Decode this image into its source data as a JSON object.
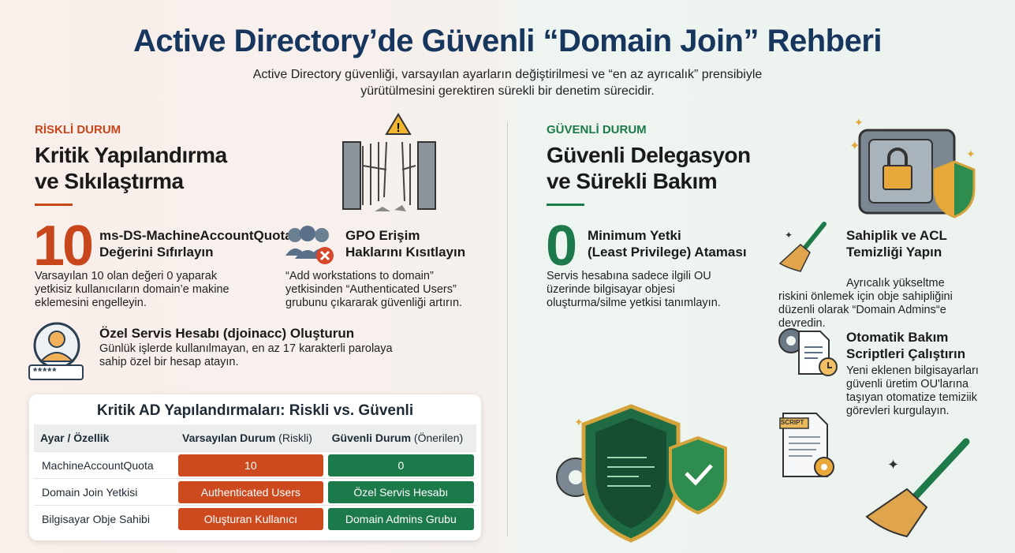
{
  "title": "Active Directory’de Güvenli “Domain Join” Rehberi",
  "subtitle": "Active Directory güvenliği, varsayılan ayarların değiştirilmesi ve “en az ayrıcalık” prensibiyle yürütülmesini gerektiren sürekli bir denetim sürecidir.",
  "colors": {
    "risk": "#c8461c",
    "safe": "#1c7a4a",
    "navy": "#17365d"
  },
  "left": {
    "tag": "RİSKLİ DURUM",
    "heading_1": "Kritik Yapılandırma",
    "heading_2": "ve Sıkılaştırma",
    "item1": {
      "number": "10",
      "title_1": "ms-DS-MachineAccountQuota",
      "title_2": "Değerini Sıfırlayın",
      "desc": "Varsayılan 10 olan değeri 0 yaparak yetkisiz kullanıcıların domain’e makine eklemesini engelleyin."
    },
    "item2": {
      "title_1": "GPO Erişim",
      "title_2": "Haklarını Kısıtlayın",
      "desc": "“Add workstations to domain” yetkisinden “Authenticated Users” grubunu çıkararak güvenliği artırın."
    },
    "item3": {
      "title": "Özel Servis Hesabı (djoinacc) Oluşturun",
      "desc": "Günlük işlerde kullanılmayan, en az 17 karakterli parolaya sahip özel bir hesap atayın.",
      "password_mask": "*****"
    }
  },
  "table": {
    "title": "Kritik AD Yapılandırmaları: Riskli vs. Güvenli",
    "headers": [
      {
        "bold": "Ayar / Özellik",
        "normal": ""
      },
      {
        "bold": "Varsayılan Durum",
        "normal": " (Riskli)"
      },
      {
        "bold": "Güvenli Durum",
        "normal": " (Önerilen)"
      }
    ],
    "rows": [
      {
        "setting": "MachineAccountQuota",
        "default": "10",
        "secure": "0"
      },
      {
        "setting": "Domain Join Yetkisi",
        "default": "Authenticated Users",
        "secure": "Özel Servis Hesabı"
      },
      {
        "setting": "Bilgisayar Obje Sahibi",
        "default": "Oluşturan Kullanıcı",
        "secure": "Domain Admins Grubu"
      }
    ]
  },
  "right": {
    "tag": "GÜVENLİ DURUM",
    "heading_1": "Güvenli Delegasyon",
    "heading_2": "ve Sürekli Bakım",
    "item1": {
      "number": "0",
      "title_1": "Minimum Yetki",
      "title_2": "(Least Privilege) Ataması",
      "desc": "Servis hesabına sadece ilgili OU üzerinde bilgisayar objesi oluşturma/silme yetkisi tanımlayın."
    },
    "item2": {
      "title_1": "Sahiplik ve ACL",
      "title_2": "Temizliği Yapın",
      "desc": "Ayrıcalık yükseltme riskini önlemek için obje sahipliğini düzenli olarak “Domain Admins“e devredin."
    },
    "item3": {
      "title_1": "Otomatik Bakım",
      "title_2": "Scriptleri Çalıştırın",
      "desc": "Yeni eklenen bilgisayarları güvenli üretim OU'larına taşıyan otomatize temiziik görevleri kurgulayın.",
      "script_label": "SCRIPT"
    }
  }
}
